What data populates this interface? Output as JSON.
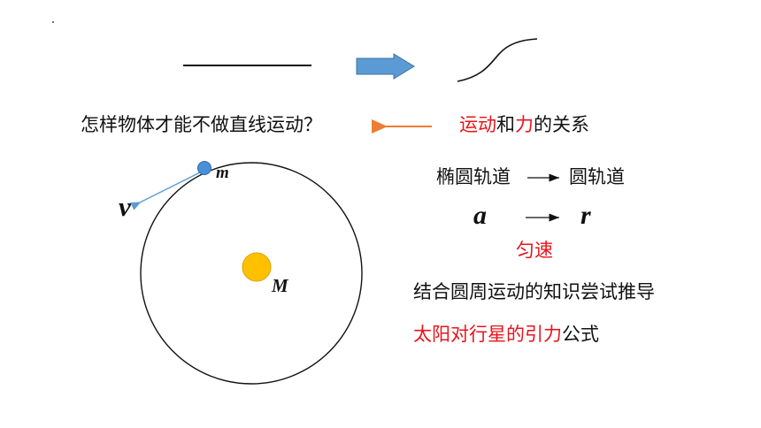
{
  "slide": {
    "question": "怎样物体才能不做直线运动？",
    "relation": {
      "part1": "运动",
      "part2": "和",
      "part3": "力",
      "part4": "的关系"
    },
    "orbit_change": {
      "from": "椭圆轨道",
      "to": "圆轨道"
    },
    "variable_change": {
      "from": "a",
      "to": "r"
    },
    "uniform": "匀速",
    "derive_line": "结合圆周运动的知识尝试推导",
    "formula_line": {
      "highlight": "太阳对行星的引力",
      "rest": "公式"
    },
    "diagram": {
      "planet_label": "m",
      "sun_label": "M",
      "velocity_label": "v"
    }
  },
  "colors": {
    "highlight_red": "#e8141c",
    "arrow_blue": "#5b9bd5",
    "arrow_orange": "#ed7d31",
    "sun_yellow": "#ffc000",
    "planet_blue": "#4a90d9"
  }
}
